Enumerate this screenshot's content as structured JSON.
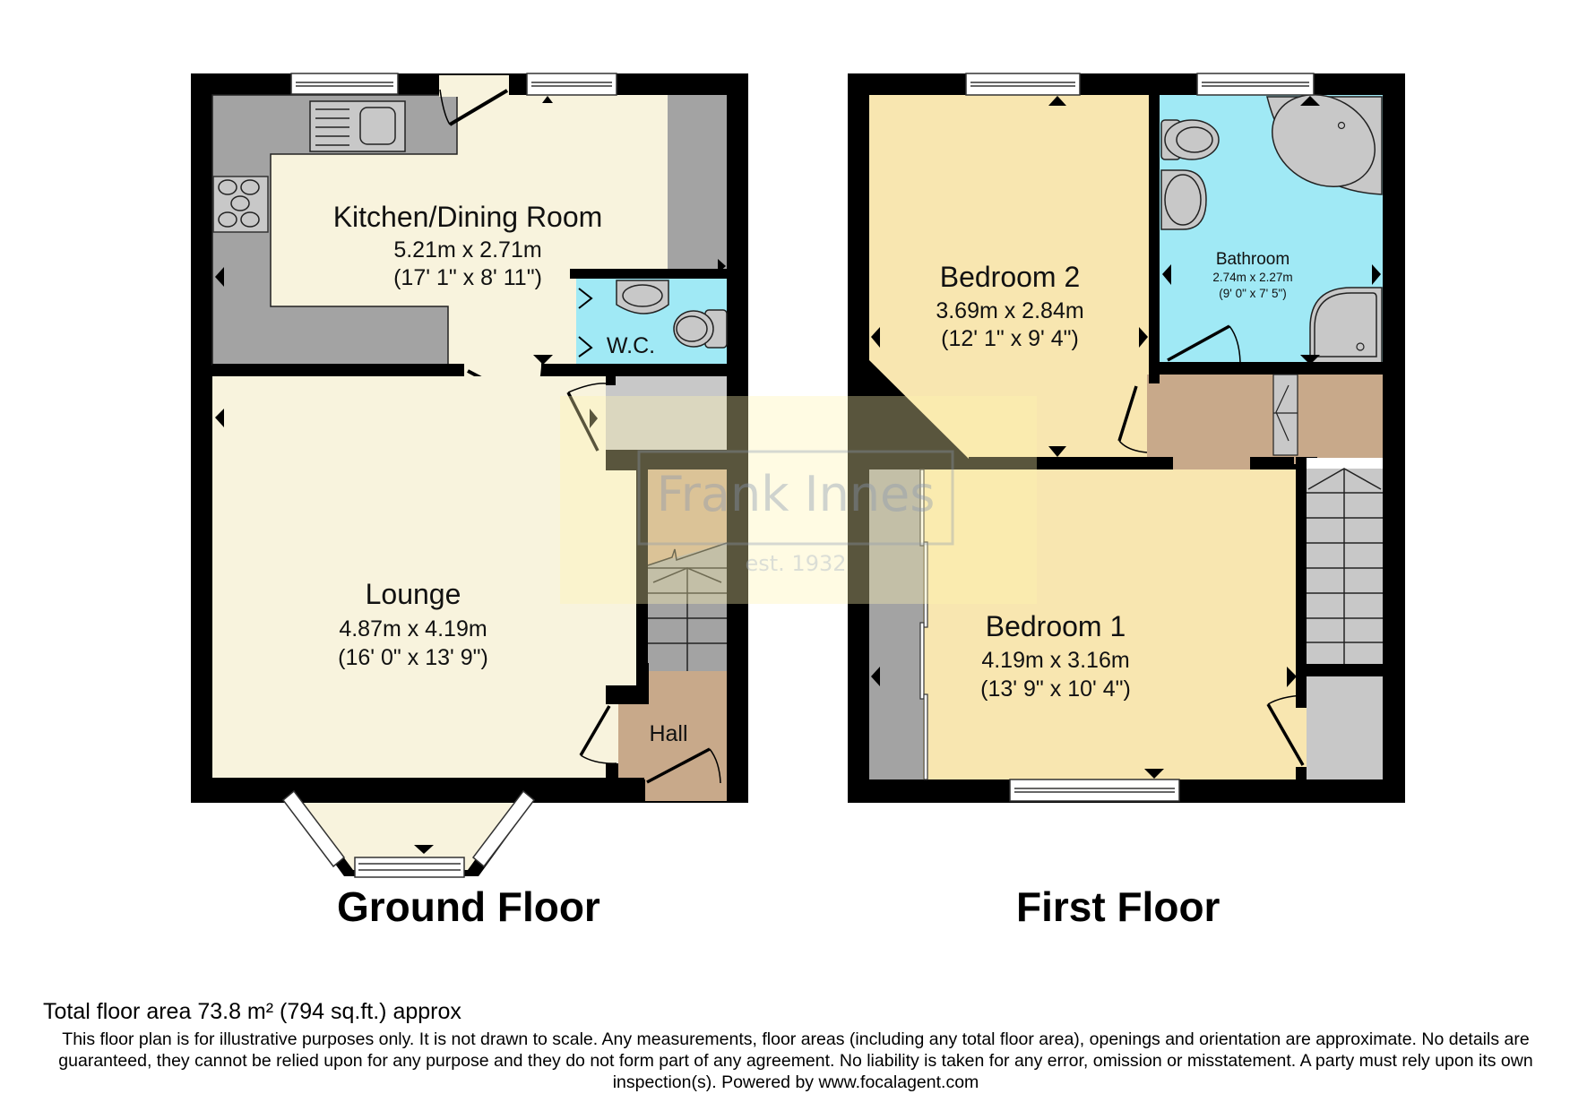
{
  "watermark": {
    "brand": "Frank Innes",
    "tagline": "est. 1932"
  },
  "floors": [
    {
      "title": "Ground Floor",
      "rooms": [
        {
          "name": "Kitchen/Dining Room",
          "metric": "5.21m x 2.71m",
          "imperial": "(17' 1\" x 8' 11\")",
          "color": "#f8f3dd"
        },
        {
          "name": "W.C.",
          "color": "#a0e9f5"
        },
        {
          "name": "Lounge",
          "metric": "4.87m x 4.19m",
          "imperial": "(16' 0\" x 13' 9\")",
          "color": "#f8f3dd"
        },
        {
          "name": "Hall",
          "color": "#c8a98a"
        }
      ]
    },
    {
      "title": "First Floor",
      "rooms": [
        {
          "name": "Bedroom 2",
          "metric": "3.69m x 2.84m",
          "imperial": "(12' 1\" x 9' 4\")",
          "color": "#f8e6b0"
        },
        {
          "name": "Bathroom",
          "metric": "2.74m x 2.27m",
          "imperial": "(9' 0\" x 7' 5\")",
          "color": "#a0e9f5"
        },
        {
          "name": "Bedroom 1",
          "metric": "4.19m x 3.16m",
          "imperial": "(13' 9\" x 10' 4\")",
          "color": "#f8e6b0"
        }
      ]
    }
  ],
  "colors": {
    "wall": "#000000",
    "fixture": "#a3a3a3",
    "fixture_light": "#c8c8c8",
    "landing": "#c8a98a"
  },
  "footer": {
    "total_area": "Total floor area 73.8 m² (794 sq.ft.) approx",
    "disclaimer": "This floor plan is for illustrative purposes only. It is not drawn to scale. Any measurements, floor areas (including any total floor area), openings and orientation are approximate. No details are guaranteed, they cannot be relied upon for any purpose and they do not form part of any agreement. No liability is taken for any error, omission or misstatement. A party must rely upon its own inspection(s). Powered by www.focalagent.com"
  }
}
